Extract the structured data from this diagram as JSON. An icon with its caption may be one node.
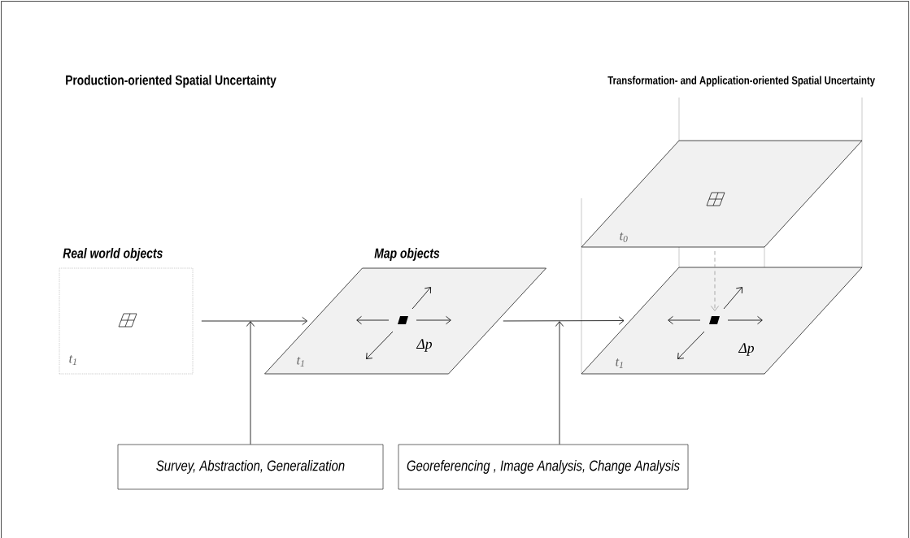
{
  "diagram": {
    "nodes": [
      {
        "text": [
          "Real world objects",
          "t$_{1}$"
        ]
      },
      {
        "text": [
          "Map objects",
          "t$_{1}$",
          "Δp"
        ]
      },
      {
        "text": [
          "t$_{0}$"
        ]
      },
      {
        "text": [
          "t$_{1}$",
          "Δp"
        ]
      },
      {
        "text": [
          "Survey, Abstraction, Generalization"
        ]
      },
      {
        "text": [
          "Georeferencing , Image Analysis, Change Analysis"
        ]
      }
    ],
    "edges": [
      {
        "from": 0,
        "to": 1,
        "arrow": "to"
      },
      {
        "from": 4,
        "to": null,
        "arrow": "to"
      },
      {
        "from": 1,
        "to": 3,
        "arrow": "to"
      },
      {
        "from": 5,
        "to": null,
        "arrow": "to"
      },
      {
        "from": 2,
        "to": 3,
        "arrow": "to",
        "style": "dashed",
        "color": "#999999"
      }
    ],
    "labels": [
      "Production-oriented Spatial Uncertainty",
      "Transformation- and Application-oriented Spatial Uncertainty"
    ]
  }
}
